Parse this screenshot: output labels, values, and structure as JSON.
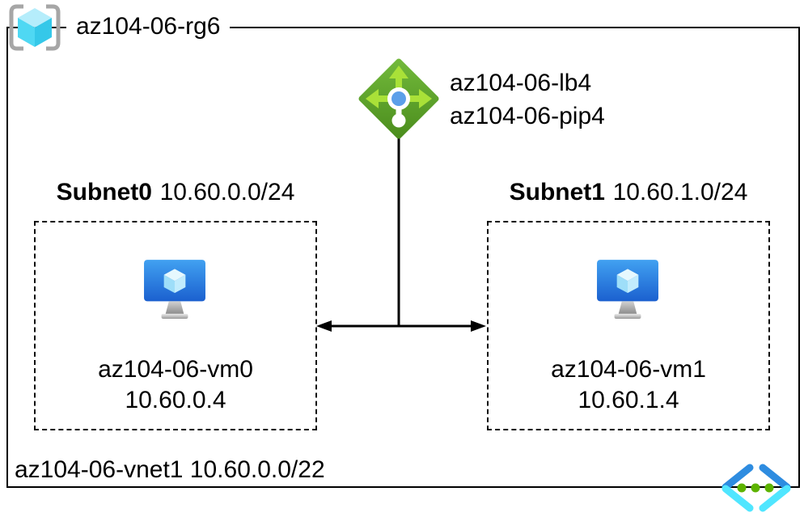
{
  "resource_group": {
    "label": "az104-06-rg6",
    "icon": "resource-group-icon"
  },
  "load_balancer": {
    "name": "az104-06-lb4",
    "public_ip": "az104-06-pip4",
    "icon": "load-balancer-icon"
  },
  "subnets": [
    {
      "name": "Subnet0",
      "cidr": "10.60.0.0/24",
      "vm": {
        "name": "az104-06-vm0",
        "ip": "10.60.0.4",
        "icon": "virtual-machine-icon"
      }
    },
    {
      "name": "Subnet1",
      "cidr": "10.60.1.0/24",
      "vm": {
        "name": "az104-06-vm1",
        "ip": "10.60.1.4",
        "icon": "virtual-machine-icon"
      }
    }
  ],
  "virtual_network": {
    "label": "az104-06-vnet1 10.60.0.0/22",
    "icon": "virtual-network-icon"
  },
  "colors": {
    "line": "#000000",
    "rg_bracket_gray": "#a6a6a6",
    "rg_cube_top": "#b5edfb",
    "rg_cube_left": "#4fd8f3",
    "rg_cube_right": "#35c8e9",
    "vm_monitor_top": "#41a1f1",
    "vm_monitor_bottom": "#1b60cf",
    "lb_diamond_green": "#5aa42b",
    "lb_arrow_green": "#a9e138",
    "lb_dot_blue": "#5b9fe9",
    "vnet_dark_blue": "#2e8ce0",
    "vnet_cyan": "#50e6ff",
    "vnet_dot_green": "#5db300"
  }
}
